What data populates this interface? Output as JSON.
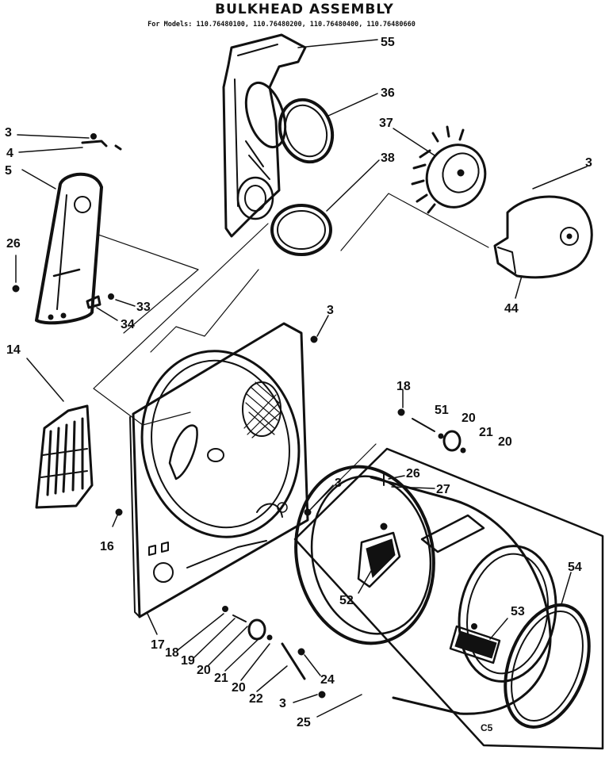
{
  "diagram": {
    "title": "BULKHEAD ASSEMBLY",
    "models_line": "For Models: 110.76480100, 110.76480200, 110.76480400, 110.76480660",
    "corner_code": "C5",
    "callouts": {
      "c3a": "3",
      "c4": "4",
      "c5": "5",
      "c26a": "26",
      "c33": "33",
      "c34": "34",
      "c14": "14",
      "c55": "55",
      "c36": "36",
      "c37": "37",
      "c38": "38",
      "c3b": "3",
      "c44": "44",
      "c3c": "3",
      "c18a": "18",
      "c51": "51",
      "c20a": "20",
      "c21a": "21",
      "c20b": "20",
      "c16": "16",
      "c3d": "3",
      "c26b": "26",
      "c27": "27",
      "c54": "54",
      "c52": "52",
      "c53": "53",
      "c17": "17",
      "c18b": "18",
      "c19": "19",
      "c20c": "20",
      "c21b": "21",
      "c20d": "20",
      "c22": "22",
      "c24": "24",
      "c3e": "3",
      "c25": "25"
    }
  }
}
